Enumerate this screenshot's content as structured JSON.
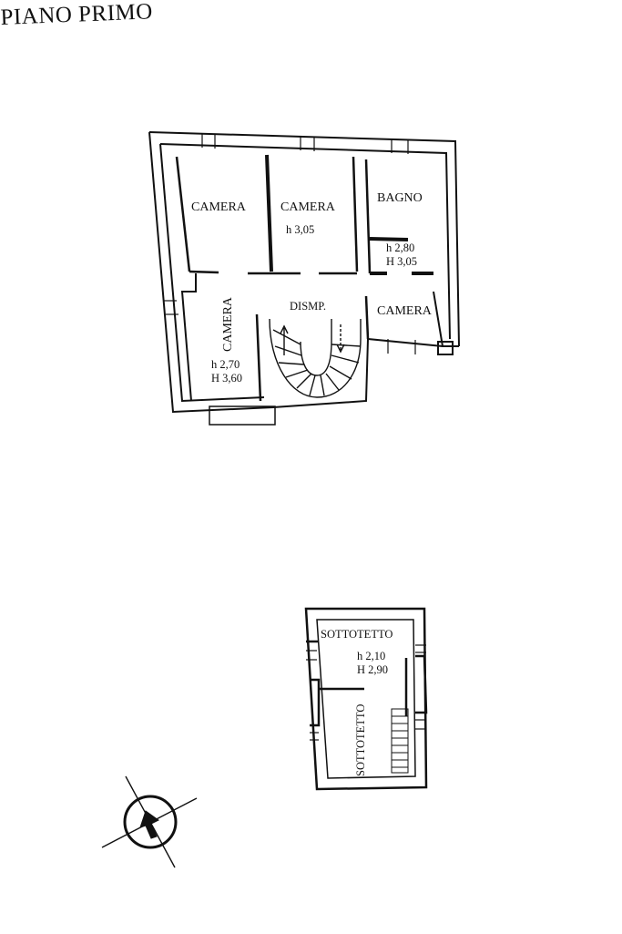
{
  "title": "PIANO PRIMO",
  "first_floor": {
    "rooms": {
      "camera_1": {
        "label": "CAMERA"
      },
      "camera_2": {
        "label": "CAMERA",
        "height": "h 3,05"
      },
      "bagno": {
        "label": "BAGNO",
        "height_low": "h 2,80",
        "height_high": "H 3,05"
      },
      "camera_3": {
        "label": "CAMERA",
        "height_low": "h 2,70",
        "height_high": "H 3,60"
      },
      "disimpegno": {
        "label": "DISMP."
      },
      "camera_4": {
        "label": "CAMERA"
      }
    }
  },
  "attic": {
    "rooms": {
      "sottotetto_1": {
        "label": "SOTTOTETTO",
        "height_low": "h 2,10",
        "height_high": "H 2,90"
      },
      "sottotetto_2": {
        "label": "SOTTOTETTO"
      }
    }
  },
  "compass": {
    "icon": "north-arrow-icon"
  }
}
